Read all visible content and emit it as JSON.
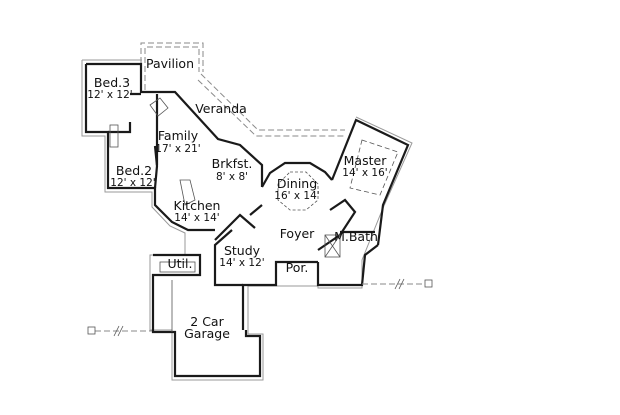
{
  "rooms": [
    {
      "id": "pavilion",
      "name": "Pavilion",
      "size": ""
    },
    {
      "id": "bed3",
      "name": "Bed.3",
      "size": "12' x 12'"
    },
    {
      "id": "veranda",
      "name": "Veranda",
      "size": ""
    },
    {
      "id": "family",
      "name": "Family",
      "size": "17' x 21'"
    },
    {
      "id": "master",
      "name": "Master",
      "size": "14' x 16'"
    },
    {
      "id": "brkfst",
      "name": "Brkfst.",
      "size": "8' x 8'"
    },
    {
      "id": "bed2",
      "name": "Bed.2",
      "size": "12' x 12'"
    },
    {
      "id": "dining",
      "name": "Dining",
      "size": "16' x 14'"
    },
    {
      "id": "kitchen",
      "name": "Kitchen",
      "size": "14' x 14'"
    },
    {
      "id": "foyer",
      "name": "Foyer",
      "size": ""
    },
    {
      "id": "mbath",
      "name": "M.Bath",
      "size": ""
    },
    {
      "id": "study",
      "name": "Study",
      "size": "14' x 12'"
    },
    {
      "id": "util",
      "name": "Util.",
      "size": ""
    },
    {
      "id": "por",
      "name": "Por.",
      "size": ""
    },
    {
      "id": "garage",
      "name": "2 Car",
      "size": "Garage"
    }
  ],
  "colors": {
    "wall": "#1a1a1a",
    "outline": "#9a9a9a",
    "dashed": "#8a8a8a"
  }
}
